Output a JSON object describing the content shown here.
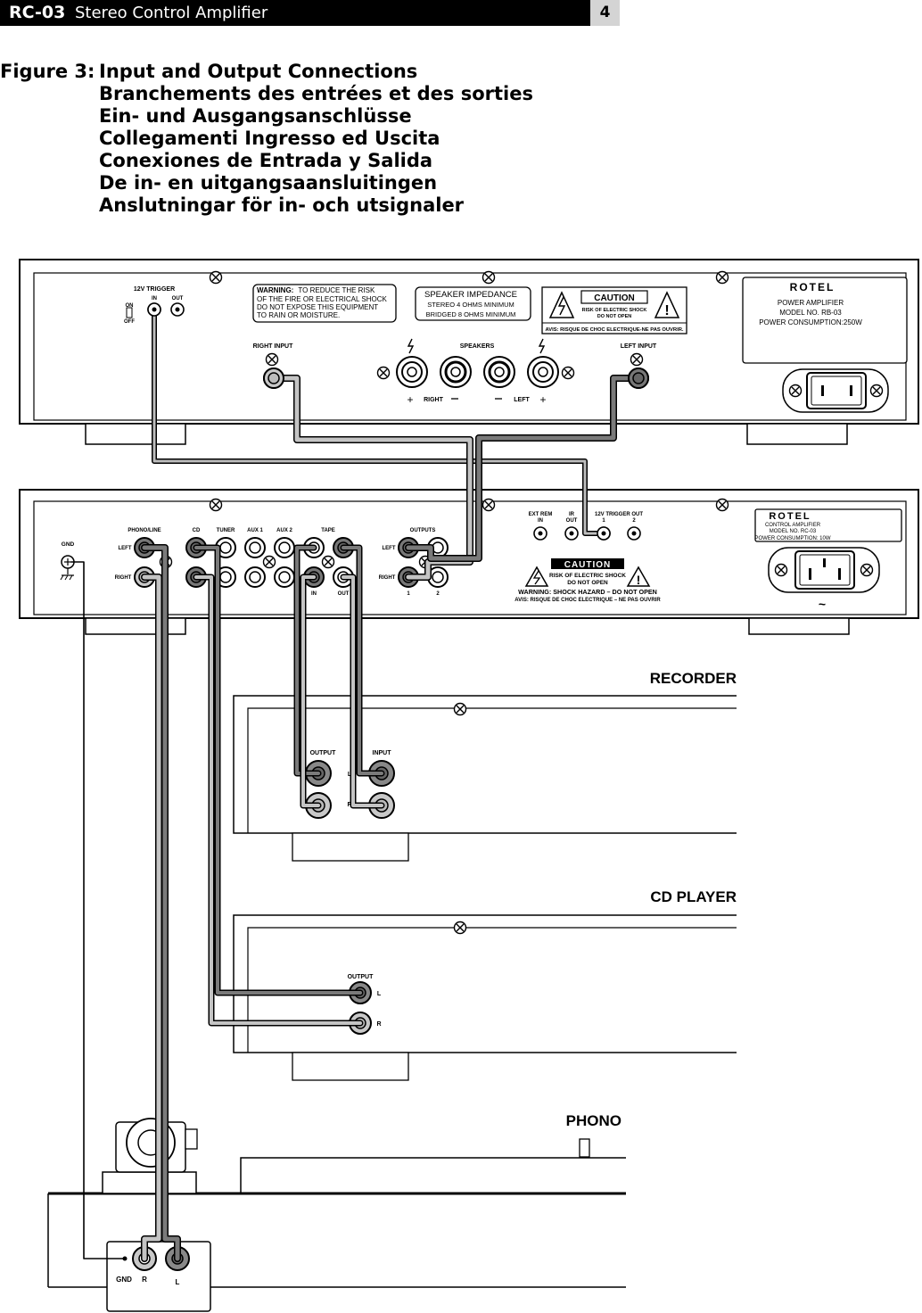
{
  "header": {
    "model": "RC-03",
    "description": "Stereo Control Amplifier",
    "page": "4"
  },
  "figure": {
    "label": "Figure 3:",
    "titles": [
      "Input and Output Connections",
      "Branchements des entrées et des sorties",
      "Ein- und Ausgangsanschlüsse",
      "Collegamenti Ingresso ed Uscita",
      "Conexiones de Entrada y Salida",
      "De in- en uitgangsaansluitingen",
      "Anslutningar för in- och utsignaler"
    ]
  },
  "power_amp": {
    "trigger_title": "12V TRIGGER",
    "trigger_on": "ON",
    "trigger_off": "OFF",
    "trigger_in": "IN",
    "trigger_out": "OUT",
    "warning_head": "WARNING:",
    "warning_lines": [
      "TO REDUCE THE RISK",
      "OF THE FIRE OR ELECTRICAL SHOCK",
      "DO NOT EXPOSE THIS EQUIPMENT",
      "TO RAIN OR MOISTURE."
    ],
    "impedance_title": "SPEAKER IMPEDANCE",
    "impedance_lines": [
      "STEREO 4 OHMS MINIMUM",
      "BRIDGED 8 OHMS MINIMUM"
    ],
    "caution": "CAUTION",
    "caution_line1": "RISK OF ELECTRIC SHOCK",
    "caution_line2": "DO NOT OPEN",
    "avis": "AVIS: RISQUE DE CHOC ELECTRIQUE-NE PAS OUVRIR.",
    "brand": "ROTEL",
    "info_lines": [
      "POWER AMPLIFIER",
      "MODEL NO. RB-03",
      "POWER CONSUMPTION:250W"
    ],
    "right_input": "RIGHT INPUT",
    "speakers": "SPEAKERS",
    "left_input": "LEFT INPUT",
    "spk_right": "RIGHT",
    "spk_left": "LEFT"
  },
  "control_amp": {
    "gnd": "GND",
    "phono_line": "PHONO/LINE",
    "cd": "CD",
    "tuner": "TUNER",
    "aux1": "AUX 1",
    "aux2": "AUX 2",
    "tape": "TAPE",
    "outputs": "OUTPUTS",
    "left": "LEFT",
    "right": "RIGHT",
    "tape_in": "IN",
    "tape_out": "OUT",
    "out1": "1",
    "out2": "2",
    "ext_rem": "EXT REM",
    "ext_rem_sub": "IN",
    "ir": "IR",
    "ir_sub": "OUT",
    "trigger_out": "12V TRIGGER OUT",
    "trig1": "1",
    "trig2": "2",
    "brand": "ROTEL",
    "info_lines": [
      "CONTROL AMPLIFIER",
      "MODEL NO. RC-03",
      "POWER CONSUMPTION: 10W"
    ],
    "caution": "CAUTION",
    "caution_line1": "RISK OF ELECTRIC SHOCK",
    "caution_line2": "DO NOT OPEN",
    "warning": "WARNING: SHOCK HAZARD – DO NOT OPEN",
    "avis": "AVIS: RISQUE DE CHOC ELECTRIQUE – NE PAS OUVRIR",
    "tilde": "~"
  },
  "recorder": {
    "title": "RECORDER",
    "output": "OUTPUT",
    "input": "INPUT",
    "l": "L",
    "r": "R"
  },
  "cd_player": {
    "title": "CD PLAYER",
    "output": "OUTPUT",
    "l": "L",
    "r": "R"
  },
  "phono": {
    "title": "PHONO",
    "gnd": "GND",
    "r": "R",
    "l": "L"
  }
}
